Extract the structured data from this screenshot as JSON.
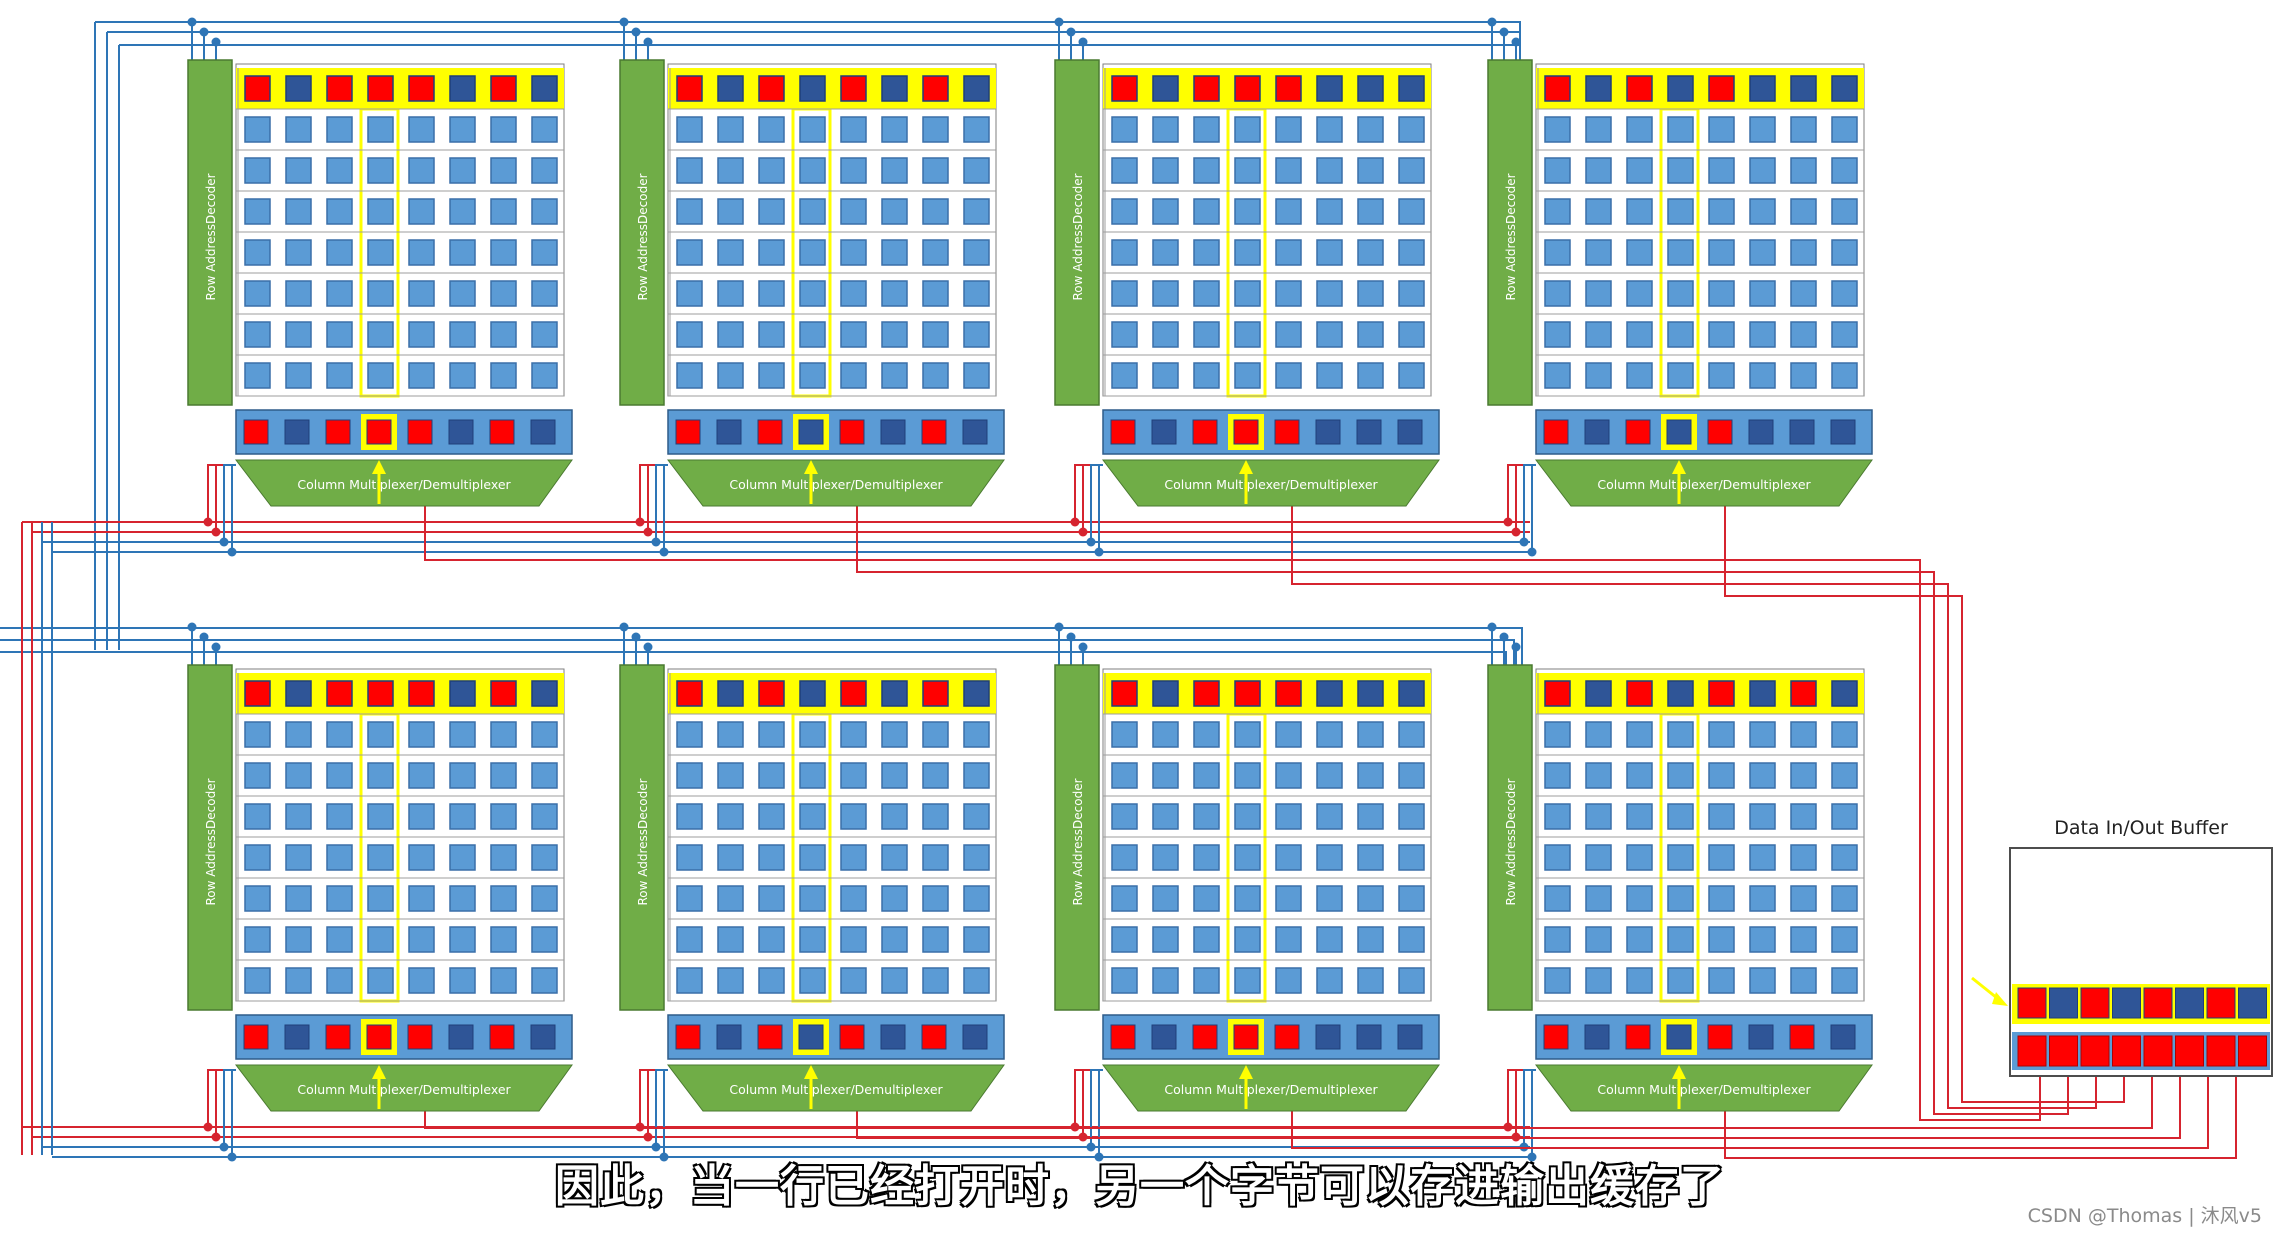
{
  "labels": {
    "row_decoder": "Row AddressDecoder",
    "column_mux": "Column Multiplexer/Demultiplexer",
    "buffer_title": "Data In/Out Buffer"
  },
  "subtitle": "因此，当一行已经打开时，另一个字节可以存进输出缓存了",
  "watermark": "CSDN @Thomas | 沐风v5",
  "colors": {
    "decoder_green": "#70ad47",
    "mux_green": "#70ad47",
    "cell_blue": "#5b9bd5",
    "cell_dark": "#2f5597",
    "bit_red": "#ff0000",
    "highlight_yellow": "#ffff00",
    "bus_blue": "#2e75b6",
    "bus_red": "#d6242f"
  },
  "bits": {
    "row_pattern": [
      1,
      0,
      1,
      1,
      1,
      0,
      1,
      0
    ],
    "sense_patterns": [
      [
        1,
        0,
        1,
        1,
        1,
        0,
        1,
        0
      ],
      [
        1,
        0,
        1,
        0,
        1,
        0,
        1,
        0
      ],
      [
        1,
        0,
        1,
        1,
        1,
        0,
        0,
        0
      ],
      [
        1,
        0,
        1,
        0,
        1,
        0,
        0,
        0
      ],
      [
        1,
        0,
        1,
        1,
        1,
        0,
        1,
        0
      ],
      [
        1,
        0,
        1,
        0,
        1,
        0,
        1,
        0
      ],
      [
        1,
        0,
        1,
        1,
        1,
        0,
        0,
        0
      ],
      [
        1,
        0,
        1,
        0,
        1,
        0,
        1,
        0
      ]
    ],
    "row_patterns": [
      [
        1,
        0,
        1,
        1,
        1,
        0,
        1,
        0
      ],
      [
        1,
        0,
        1,
        0,
        1,
        0,
        1,
        0
      ],
      [
        1,
        0,
        1,
        1,
        1,
        0,
        0,
        0
      ],
      [
        1,
        0,
        1,
        0,
        1,
        0,
        0,
        0
      ],
      [
        1,
        0,
        1,
        1,
        1,
        0,
        1,
        0
      ],
      [
        1,
        0,
        1,
        0,
        1,
        0,
        1,
        0
      ],
      [
        1,
        0,
        1,
        1,
        1,
        0,
        0,
        0
      ],
      [
        1,
        0,
        1,
        0,
        1,
        0,
        1,
        0
      ]
    ],
    "selected_columns": [
      4,
      4,
      4,
      4,
      4,
      4,
      4,
      4
    ],
    "buffer_top": [
      1,
      0,
      1,
      0,
      1,
      0,
      1,
      0
    ],
    "buffer_bottom": [
      1,
      1,
      1,
      1,
      1,
      1,
      1,
      1
    ]
  }
}
